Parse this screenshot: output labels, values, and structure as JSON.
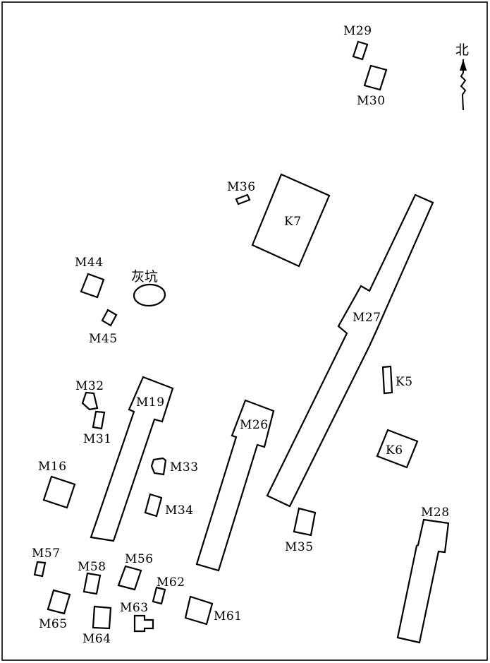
{
  "labels": {
    "north": "北",
    "ash_pit": "灰坑",
    "M29": "M29",
    "M30": "M30",
    "M36": "M36",
    "K7": "K7",
    "M44": "M44",
    "M45": "M45",
    "M27": "M27",
    "K5": "K5",
    "M32": "M32",
    "M19": "M19",
    "M31": "M31",
    "M26": "M26",
    "K6": "K6",
    "M16": "M16",
    "M33": "M33",
    "M34": "M34",
    "M28": "M28",
    "M35": "M35",
    "M57": "M57",
    "M58": "M58",
    "M56": "M56",
    "M62": "M62",
    "M63": "M63",
    "M61": "M61",
    "M65": "M65",
    "M64": "M64"
  }
}
